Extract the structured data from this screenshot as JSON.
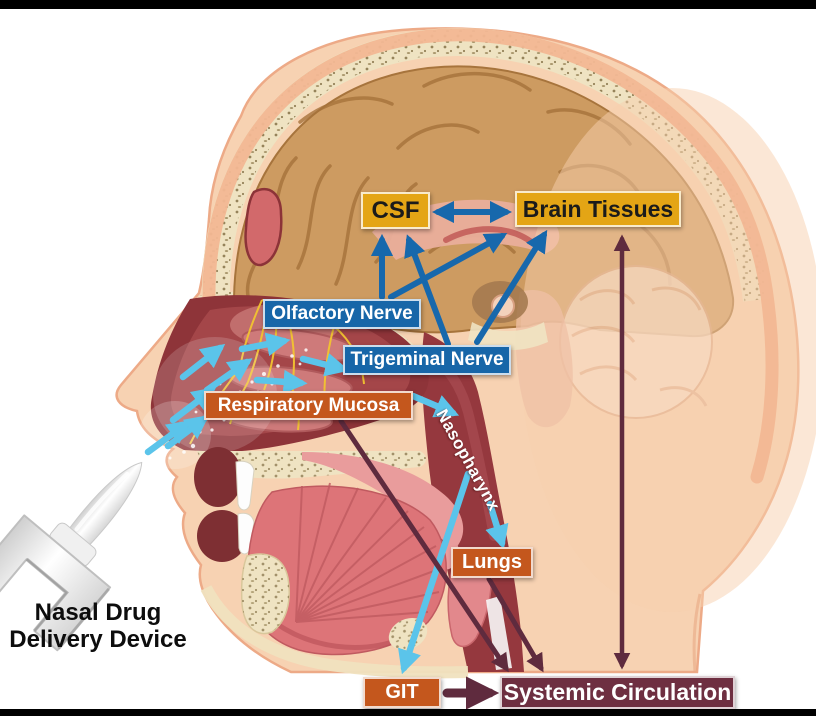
{
  "diagram": {
    "labels": {
      "csf": "CSF",
      "brain_tissues": "Brain Tissues",
      "olfactory_nerve": "Olfactory Nerve",
      "trigeminal_nerve": "Trigeminal Nerve",
      "respiratory_mucosa": "Respiratory Mucosa",
      "nasopharynx": "Nasopharynx",
      "lungs": "Lungs",
      "git": "GIT",
      "systemic_circulation": "Systemic Circulation"
    },
    "device_label": {
      "line1": "Nasal Drug",
      "line2": "Delivery Device"
    },
    "colors": {
      "gold_box": "#E4A515",
      "blue_box": "#1766A8",
      "orange_box": "#C4571D",
      "maroon_box": "#6E2F41",
      "cyan_arrow": "#5BC4EA",
      "blue_arrow": "#1768AC",
      "maroon_arrow": "#5F2B3E"
    },
    "connections": [
      {
        "from": "Nasal Drug Delivery Device",
        "to": "Nasal cavity / Respiratory Mucosa",
        "color": "cyan"
      },
      {
        "from": "Respiratory Mucosa",
        "to": "Nasopharynx",
        "color": "cyan"
      },
      {
        "from": "Nasopharynx",
        "to": "Lungs",
        "color": "cyan"
      },
      {
        "from": "Nasopharynx",
        "to": "GIT",
        "color": "cyan"
      },
      {
        "from": "Olfactory Nerve",
        "to": "CSF",
        "color": "blue"
      },
      {
        "from": "Olfactory Nerve",
        "to": "Brain Tissues",
        "color": "blue"
      },
      {
        "from": "Trigeminal Nerve",
        "to": "CSF",
        "color": "blue"
      },
      {
        "from": "Trigeminal Nerve",
        "to": "Brain Tissues",
        "color": "blue"
      },
      {
        "from": "CSF",
        "to": "Brain Tissues",
        "color": "blue",
        "bidirectional": true
      },
      {
        "from": "Respiratory Mucosa",
        "to": "Systemic Circulation",
        "color": "maroon"
      },
      {
        "from": "Lungs",
        "to": "Systemic Circulation",
        "color": "maroon"
      },
      {
        "from": "GIT",
        "to": "Systemic Circulation",
        "color": "maroon"
      },
      {
        "from": "Systemic Circulation",
        "to": "Brain Tissues",
        "color": "maroon",
        "bidirectional": true
      }
    ]
  }
}
